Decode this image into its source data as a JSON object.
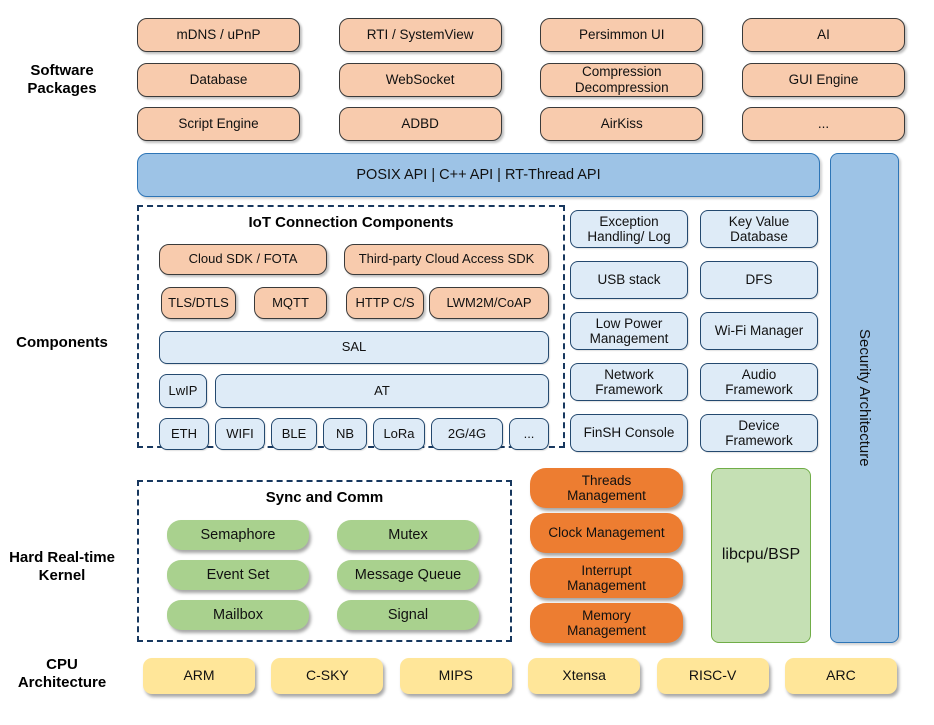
{
  "side_labels": {
    "software": "Software\nPackages",
    "components": "Components",
    "kernel": "Hard Real-time\nKernel",
    "cpu": "CPU\nArchitecture"
  },
  "software": {
    "items": [
      "mDNS / uPnP",
      "RTI / SystemView",
      "Persimmon UI",
      "AI",
      "Database",
      "WebSocket",
      "Compression\nDecompression",
      "GUI Engine",
      "Script Engine",
      "ADBD",
      "AirKiss",
      "..."
    ]
  },
  "api_bar": {
    "label": "POSIX API | C++ API | RT-Thread API"
  },
  "security": {
    "label": "Security Architecture"
  },
  "iot": {
    "title": "IoT Connection Components",
    "row1": [
      "Cloud SDK / FOTA",
      "Third-party Cloud Access SDK"
    ],
    "row2": [
      "TLS/DTLS",
      "MQTT",
      "HTTP C/S",
      "LWM2M/CoAP"
    ],
    "sal": "SAL",
    "row4": [
      "LwIP",
      "AT"
    ],
    "row5": [
      "ETH",
      "WIFI",
      "BLE",
      "NB",
      "LoRa",
      "2G/4G",
      "..."
    ]
  },
  "components": {
    "items": [
      "Exception\nHandling/ Log",
      "Key Value\nDatabase",
      "USB stack",
      "DFS",
      "Low Power\nManagement",
      "Wi-Fi Manager",
      "Network\nFramework",
      "Audio\nFramework",
      "FinSH Console",
      "Device\nFramework"
    ]
  },
  "kernel": {
    "sync_title": "Sync and Comm",
    "sync_items": [
      "Semaphore",
      "Mutex",
      "Event Set",
      "Message Queue",
      "Mailbox",
      "Signal"
    ],
    "mgmt_items": [
      "Threads\nManagement",
      "Clock Management",
      "Interrupt\nManagement",
      "Memory\nManagement"
    ],
    "libcpu": "libcpu/BSP"
  },
  "cpu": {
    "items": [
      "ARM",
      "C-SKY",
      "MIPS",
      "Xtensa",
      "RISC-V",
      "ARC"
    ]
  },
  "colors": {
    "package_fill": "#F8CBAD",
    "api_fill": "#9DC3E6",
    "api_border": "#2E75B6",
    "component_fill": "#DEEBF7",
    "sync_fill": "#A9D18E",
    "management_fill": "#ED7D31",
    "libcpu_fill": "#C5E0B4",
    "cpu_fill": "#FFE699",
    "dashed_border": "#17375E"
  }
}
